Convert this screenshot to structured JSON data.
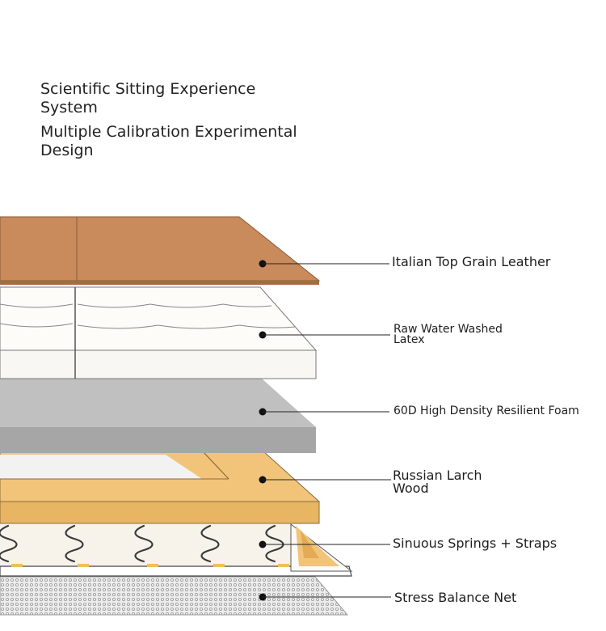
{
  "headings": {
    "primary": "Scientific Sitting Experience System",
    "secondary": "Multiple Calibration Experimental Design"
  },
  "layers": [
    {
      "label": "Italian Top Grain Leather",
      "color": "#c98a5c"
    },
    {
      "label": "Raw Water Washed Latex",
      "color": "#fdfcfa"
    },
    {
      "label": "60D High Density Resilient Foam",
      "color": "#b9b9b9"
    },
    {
      "label": "Russian Larch Wood",
      "color": "#f2c47a"
    },
    {
      "label": "Sinuous Springs + Straps",
      "color": "#f6f2ea"
    },
    {
      "label": "Stress Balance Net",
      "color": "#e6e6e6"
    }
  ]
}
